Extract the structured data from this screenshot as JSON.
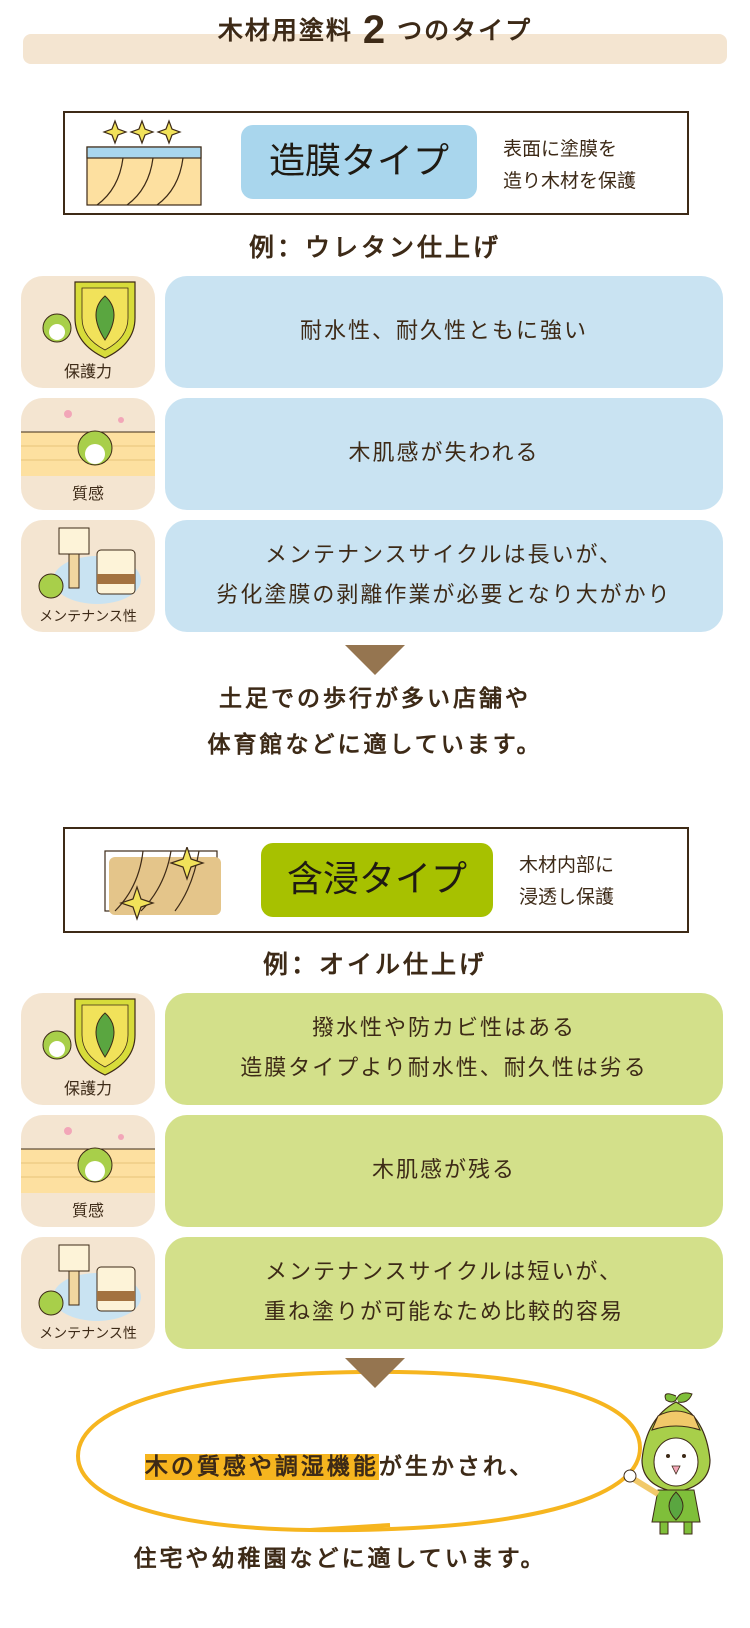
{
  "header": {
    "title_prefix": "木材用塗料",
    "title_number": "2",
    "title_suffix": "つのタイプ"
  },
  "film_type": {
    "label": "造膜タイプ",
    "label_color": "#a9d6ed",
    "description_line1": "表面に塗膜を",
    "description_line2": "造り木材を保護",
    "example": "例：ウレタン仕上げ",
    "rows": [
      {
        "icon": "shield-leaf-icon",
        "caption": "保護力",
        "text": "耐水性、耐久性ともに強い"
      },
      {
        "icon": "wood-texture-icon",
        "caption": "質感",
        "text": "木肌感が失われる"
      },
      {
        "icon": "brush-paint-can-icon",
        "caption": "メンテナンス性",
        "text": "メンテナンスサイクルは長いが、\n劣化塗膜の剥離作業が必要となり大がかり"
      }
    ],
    "card_color": "#c9e3f2",
    "result": "土足での歩行が多い店舗や\n体育館などに適しています。"
  },
  "penetrating_type": {
    "label": "含浸タイプ",
    "label_color": "#a7c100",
    "description_line1": "木材内部に",
    "description_line2": "浸透し保護",
    "example": "例：オイル仕上げ",
    "rows": [
      {
        "icon": "shield-leaf-icon",
        "caption": "保護力",
        "text": "撥水性や防カビ性はある\n造膜タイプより耐水性、耐久性は劣る"
      },
      {
        "icon": "wood-texture-icon",
        "caption": "質感",
        "text": "木肌感が残る"
      },
      {
        "icon": "brush-paint-can-icon",
        "caption": "メンテナンス性",
        "text": "メンテナンスサイクルは短いが、\n重ね塗りが可能なため比較的容易"
      }
    ],
    "card_color": "#d3e08a",
    "result_highlight": "木の質感や調湿機能",
    "result_line1_rest": "が生かされ、",
    "result_line2": "住宅や幼稚園などに適しています。"
  },
  "colors": {
    "text": "#3d2a17",
    "tile_bg": "#f4e5d1",
    "arrow": "#957550",
    "highlight": "#f6b51f",
    "ellipse": "#f6b51f"
  }
}
